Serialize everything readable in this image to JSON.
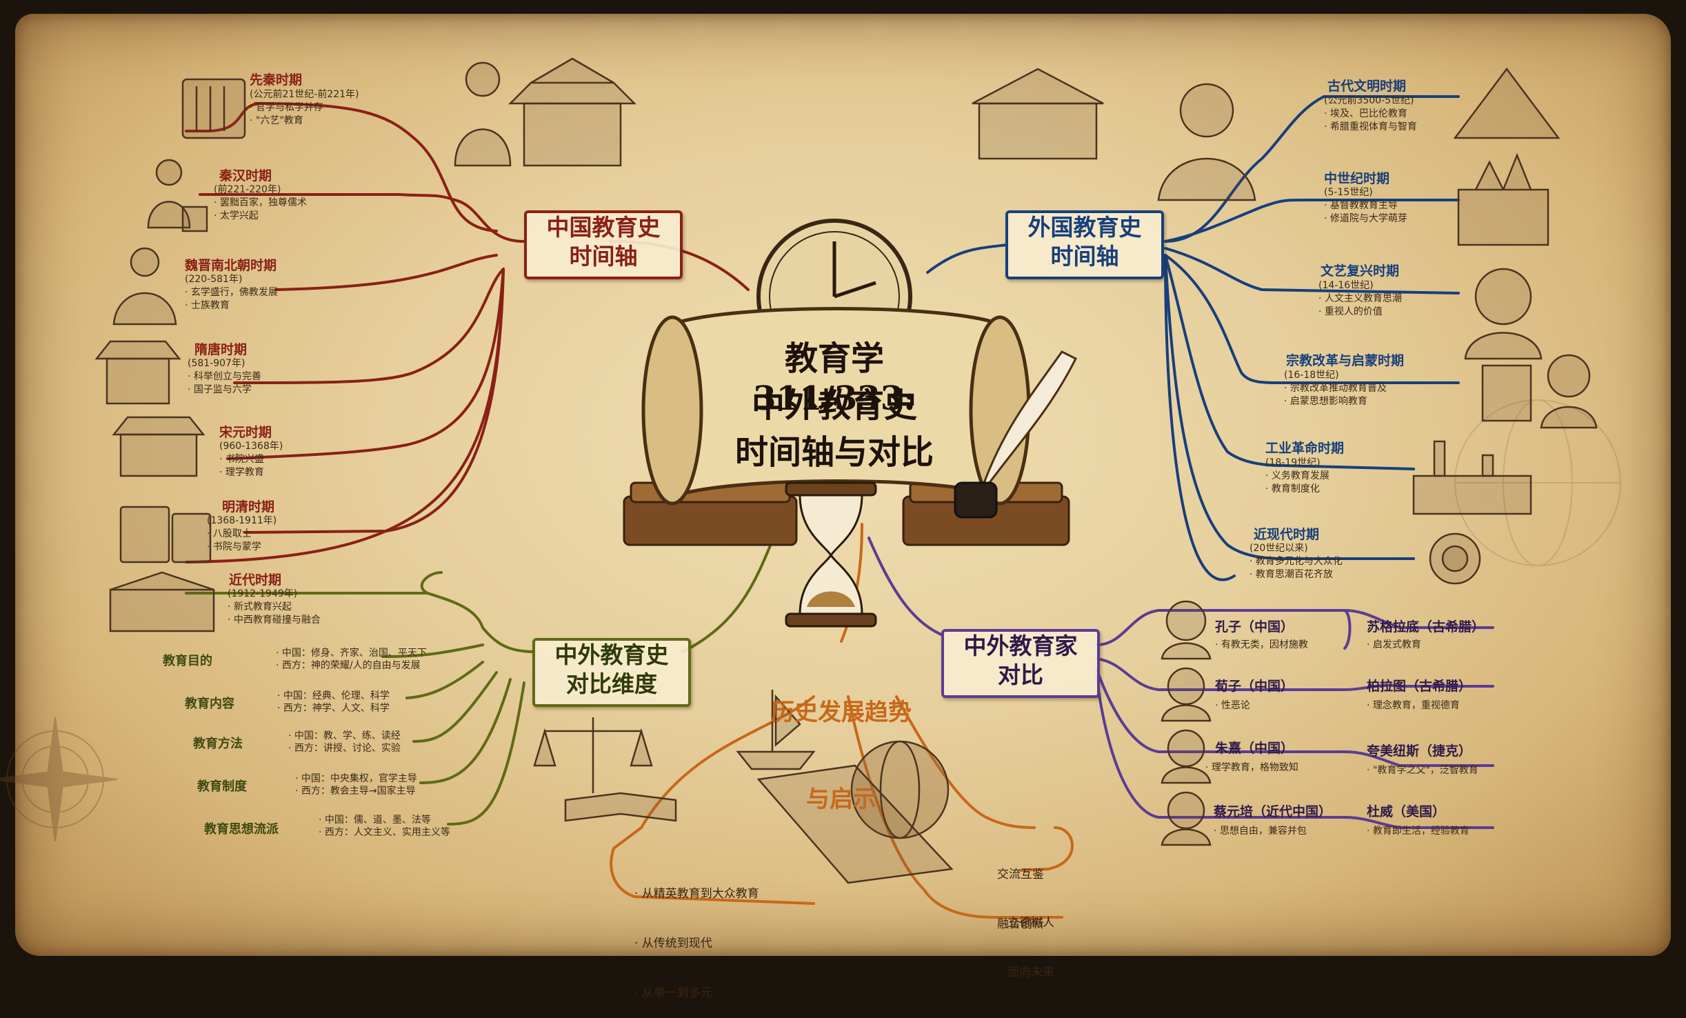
{
  "center": {
    "title_line1": "教育学311/333:",
    "title_line2": "中外教育史",
    "title_line3": "时间轴与对比"
  },
  "cn_branch": {
    "title_line1": "中国教育史",
    "title_line2": "时间轴",
    "periods": [
      {
        "name": "先秦时期",
        "details": [
          "(公元前21世纪-前221年)",
          "· 官学与私学并存",
          "· \"六艺\"教育"
        ]
      },
      {
        "name": "秦汉时期",
        "details": [
          "(前221-220年)",
          "· 罢黜百家，独尊儒术",
          "· 太学兴起"
        ]
      },
      {
        "name": "魏晋南北朝时期",
        "details": [
          "(220-581年)",
          "· 玄学盛行，佛教发展",
          "· 士族教育"
        ]
      },
      {
        "name": "隋唐时期",
        "details": [
          "(581-907年)",
          "· 科举创立与完善",
          "· 国子监与六学"
        ]
      },
      {
        "name": "宋元时期",
        "details": [
          "(960-1368年)",
          "· 书院兴盛",
          "· 理学教育"
        ]
      },
      {
        "name": "明清时期",
        "details": [
          "(1368-1911年)",
          "· 八股取士",
          "· 书院与蒙学"
        ]
      },
      {
        "name": "近代时期",
        "details": [
          "(1912-1949年)",
          "· 新式教育兴起",
          "· 中西教育碰撞与融合"
        ]
      }
    ]
  },
  "fr_branch": {
    "title_line1": "外国教育史",
    "title_line2": "时间轴",
    "periods": [
      {
        "name": "古代文明时期",
        "details": [
          "(公元前3500-5世纪)",
          "· 埃及、巴比伦教育",
          "· 希腊重视体育与智育"
        ]
      },
      {
        "name": "中世纪时期",
        "details": [
          "(5-15世纪)",
          "· 基督教教育主导",
          "· 修道院与大学萌芽"
        ]
      },
      {
        "name": "文艺复兴时期",
        "details": [
          "(14-16世纪)",
          "· 人文主义教育思潮",
          "· 重视人的价值"
        ]
      },
      {
        "name": "宗教改革与启蒙时期",
        "details": [
          "(16-18世纪)",
          "· 宗教改革推动教育普及",
          "· 启蒙思想影响教育"
        ]
      },
      {
        "name": "工业革命时期",
        "details": [
          "(18-19世纪)",
          "· 义务教育发展",
          "· 教育制度化"
        ]
      },
      {
        "name": "近现代时期",
        "details": [
          "(20世纪以来)",
          "· 教育多元化与大众化",
          "· 教育思潮百花齐放"
        ]
      }
    ]
  },
  "dim_branch": {
    "title_line1": "中外教育史",
    "title_line2": "对比维度",
    "dims": [
      {
        "label": "教育目的",
        "cn": "· 中国：修身、齐家、治国、平天下",
        "west": "· 西方：神的荣耀/人的自由与发展"
      },
      {
        "label": "教育内容",
        "cn": "· 中国：经典、伦理、科学",
        "west": "· 西方：神学、人文、科学"
      },
      {
        "label": "教育方法",
        "cn": "· 中国：教、学、练、读经",
        "west": "· 西方：讲授、讨论、实验"
      },
      {
        "label": "教育制度",
        "cn": "· 中国：中央集权，官学主导",
        "west": "· 西方：教会主导→国家主导"
      },
      {
        "label": "教育思想流派",
        "cn": "· 中国：儒、道、墨、法等",
        "west": "· 西方：人文主义、实用主义等"
      }
    ]
  },
  "edu_branch": {
    "title_line1": "中外教育家",
    "title_line2": "对比",
    "pairs": [
      {
        "cn_name": "孔子（中国）",
        "cn_desc": "· 有教无类，因材施教",
        "west_name": "苏格拉底（古希腊）",
        "west_desc": "· 启发式教育"
      },
      {
        "cn_name": "荀子（中国）",
        "cn_desc": "· 性恶论",
        "west_name": "柏拉图（古希腊）",
        "west_desc": "· 理念教育，重视德育"
      },
      {
        "cn_name": "朱熹（中国）",
        "cn_desc": "· 理学教育，格物致知",
        "west_name": "夸美纽斯（捷克）",
        "west_desc": "· \"教育学之父\"，泛智教育"
      },
      {
        "cn_name": "蔡元培（近代中国）",
        "cn_desc": "· 思想自由，兼容并包",
        "west_name": "杜威（美国）",
        "west_desc": "· 教育即生活，经验教育"
      }
    ]
  },
  "trend_branch": {
    "title_line1": "历史发展趋势",
    "title_line2": "与启示",
    "trends": [
      "· 从精英教育到大众教育",
      "· 从传统到现代",
      "· 从单一到多元"
    ],
    "insight1_line1": "交流互鉴",
    "insight1_line2": "融合创新",
    "insight2_line1": "立德树人",
    "insight2_line2": "面向未来"
  },
  "colors": {
    "cn": "#8a2016",
    "foreign": "#173f7c",
    "dimension": "#5f6b14",
    "educator": "#5b3c92",
    "trend": "#c8681a"
  }
}
